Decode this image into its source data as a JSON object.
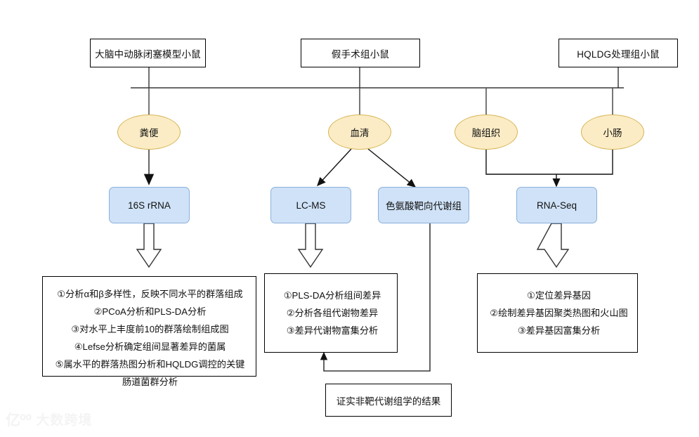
{
  "diagram": {
    "title": "HQLDG multi-omics experimental design flowchart",
    "colors": {
      "ellipse_fill": "#fcecc5",
      "ellipse_stroke": "#d6b656",
      "box_fill": "#cfe2f7",
      "box_stroke": "#8cb0d9",
      "line": "#000000",
      "gray_line": "#666666",
      "background": "#ffffff"
    },
    "groups": [
      {
        "id": "mcao",
        "label": "大脑中动脉闭塞模型小鼠"
      },
      {
        "id": "sham",
        "label": "假手术组小鼠"
      },
      {
        "id": "hqldg",
        "label": "HQLDG处理组小鼠"
      }
    ],
    "samples": [
      {
        "id": "feces",
        "label": "粪便"
      },
      {
        "id": "serum",
        "label": "血清"
      },
      {
        "id": "brain",
        "label": "脑组织"
      },
      {
        "id": "intestine",
        "label": "小肠"
      }
    ],
    "assays": [
      {
        "id": "rrna16s",
        "label": "16S rRNA"
      },
      {
        "id": "lcms",
        "label": "LC-MS"
      },
      {
        "id": "trp",
        "label": "色氨酸靶向代谢组"
      },
      {
        "id": "rnaseq",
        "label": "RNA-Seq"
      }
    ],
    "analyses": [
      {
        "id": "microbiome-analysis",
        "items": [
          "①分析α和β多样性，反映不同水平的群落组成",
          "②PCoA分析和PLS-DA分析",
          "③对水平上丰度前10的群落绘制组成图",
          "④Lefse分析确定组间显著差异的菌属",
          "⑤属水平的群落热图分析和HQLDG调控的关键肠道菌群分析"
        ]
      },
      {
        "id": "metabolome-analysis",
        "items": [
          "①PLS-DA分析组间差异",
          "②分析各组代谢物差异",
          "③差异代谢物富集分析"
        ]
      },
      {
        "id": "transcriptome-analysis",
        "items": [
          "①定位差异基因",
          "②绘制差异基因聚类热图和火山图",
          "③差异基因富集分析"
        ]
      }
    ],
    "conclusion": {
      "id": "validation-note",
      "label": "证实非靶代谢组学的结果"
    }
  },
  "watermark": {
    "mark": "亿⁰⁰",
    "text": "大数跨境"
  }
}
